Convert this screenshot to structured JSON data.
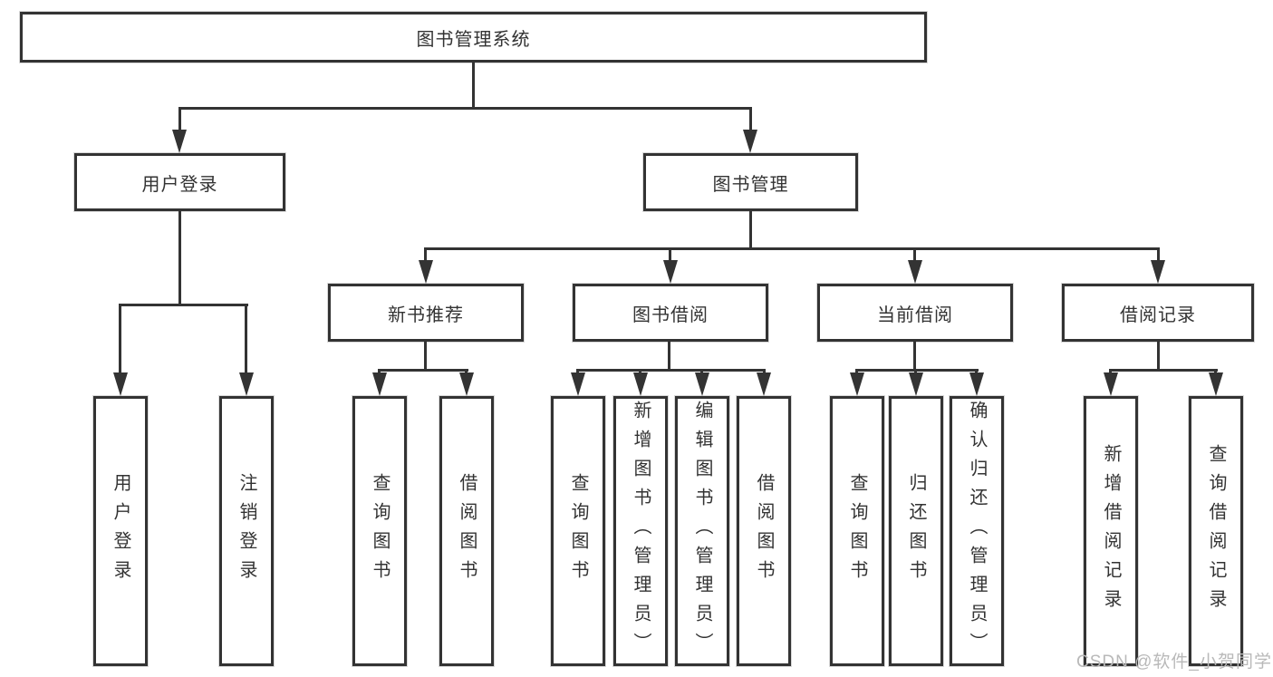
{
  "diagram_title": "图书管理系统",
  "nodes": {
    "root": {
      "label": "图书管理系统"
    },
    "level2": [
      {
        "label": "用户登录"
      },
      {
        "label": "图书管理"
      }
    ],
    "level3": [
      {
        "label": "新书推荐",
        "parent": "图书管理"
      },
      {
        "label": "图书借阅",
        "parent": "图书管理"
      },
      {
        "label": "当前借阅",
        "parent": "图书管理"
      },
      {
        "label": "借阅记录",
        "parent": "图书管理"
      }
    ],
    "leaves": [
      {
        "label": "用户登录",
        "parent": "用户登录"
      },
      {
        "label": "注销登录",
        "parent": "用户登录"
      },
      {
        "label": "查询图书",
        "parent": "新书推荐"
      },
      {
        "label": "借阅图书",
        "parent": "新书推荐"
      },
      {
        "label": "查询图书",
        "parent": "图书借阅"
      },
      {
        "label": "新增图书（管理员）",
        "parent": "图书借阅"
      },
      {
        "label": "编辑图书（管理员）",
        "parent": "图书借阅"
      },
      {
        "label": "借阅图书",
        "parent": "图书借阅"
      },
      {
        "label": "查询图书",
        "parent": "当前借阅"
      },
      {
        "label": "归还图书",
        "parent": "当前借阅"
      },
      {
        "label": "确认归还（管理员）",
        "parent": "当前借阅"
      },
      {
        "label": "新增借阅记录",
        "parent": "借阅记录"
      },
      {
        "label": "查询借阅记录",
        "parent": "借阅记录"
      }
    ]
  },
  "watermark": "CSDN @软件_小贺同学",
  "colors": {
    "line": "#333333",
    "text": "#333333",
    "box_background": "#ffffff",
    "watermark": "#b9b9b9",
    "page_background": "#ffffff"
  }
}
